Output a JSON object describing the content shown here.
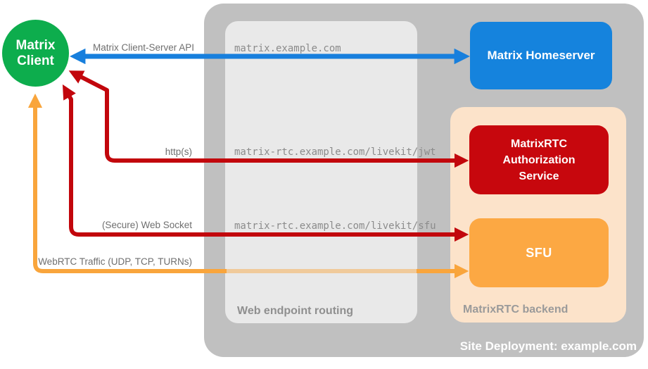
{
  "diagram": {
    "site_label": "Site Deployment: example.com",
    "nodes": {
      "client": {
        "line1": "Matrix",
        "line2": "Client"
      },
      "homeserver": {
        "label": "Matrix Homeserver"
      },
      "auth_service": {
        "label": "MatrixRTC Authorization Service"
      },
      "sfu": {
        "label": "SFU"
      }
    },
    "containers": {
      "routing": {
        "label": "Web endpoint routing"
      },
      "backend": {
        "label": "MatrixRTC backend"
      }
    },
    "endpoints": {
      "homeserver_url": "matrix.example.com",
      "jwt_url": "matrix-rtc.example.com/livekit/jwt",
      "sfu_url": "matrix-rtc.example.com/livekit/sfu"
    },
    "connections": {
      "cs_api": {
        "label": "Matrix Client-Server API",
        "color": "#177fdd",
        "bidirectional": true
      },
      "http": {
        "label": "http(s)",
        "color": "#c2060c",
        "bidirectional": true
      },
      "websocket": {
        "label": "(Secure) Web Socket",
        "color": "#c2060c",
        "bidirectional": true
      },
      "webrtc": {
        "label": "WebRTC Traffic (UDP, TCP, TURNs)",
        "color": "#f9a53c",
        "bidirectional": true
      }
    },
    "colors": {
      "client_green": "#0dad4d",
      "homeserver_blue": "#1583dd",
      "auth_red": "#c7070d",
      "sfu_orange": "#fca843",
      "backend_peach": "#fce3ca",
      "outer_gray": "#c0c0c0",
      "routing_gray": "#e9e9e9"
    }
  }
}
